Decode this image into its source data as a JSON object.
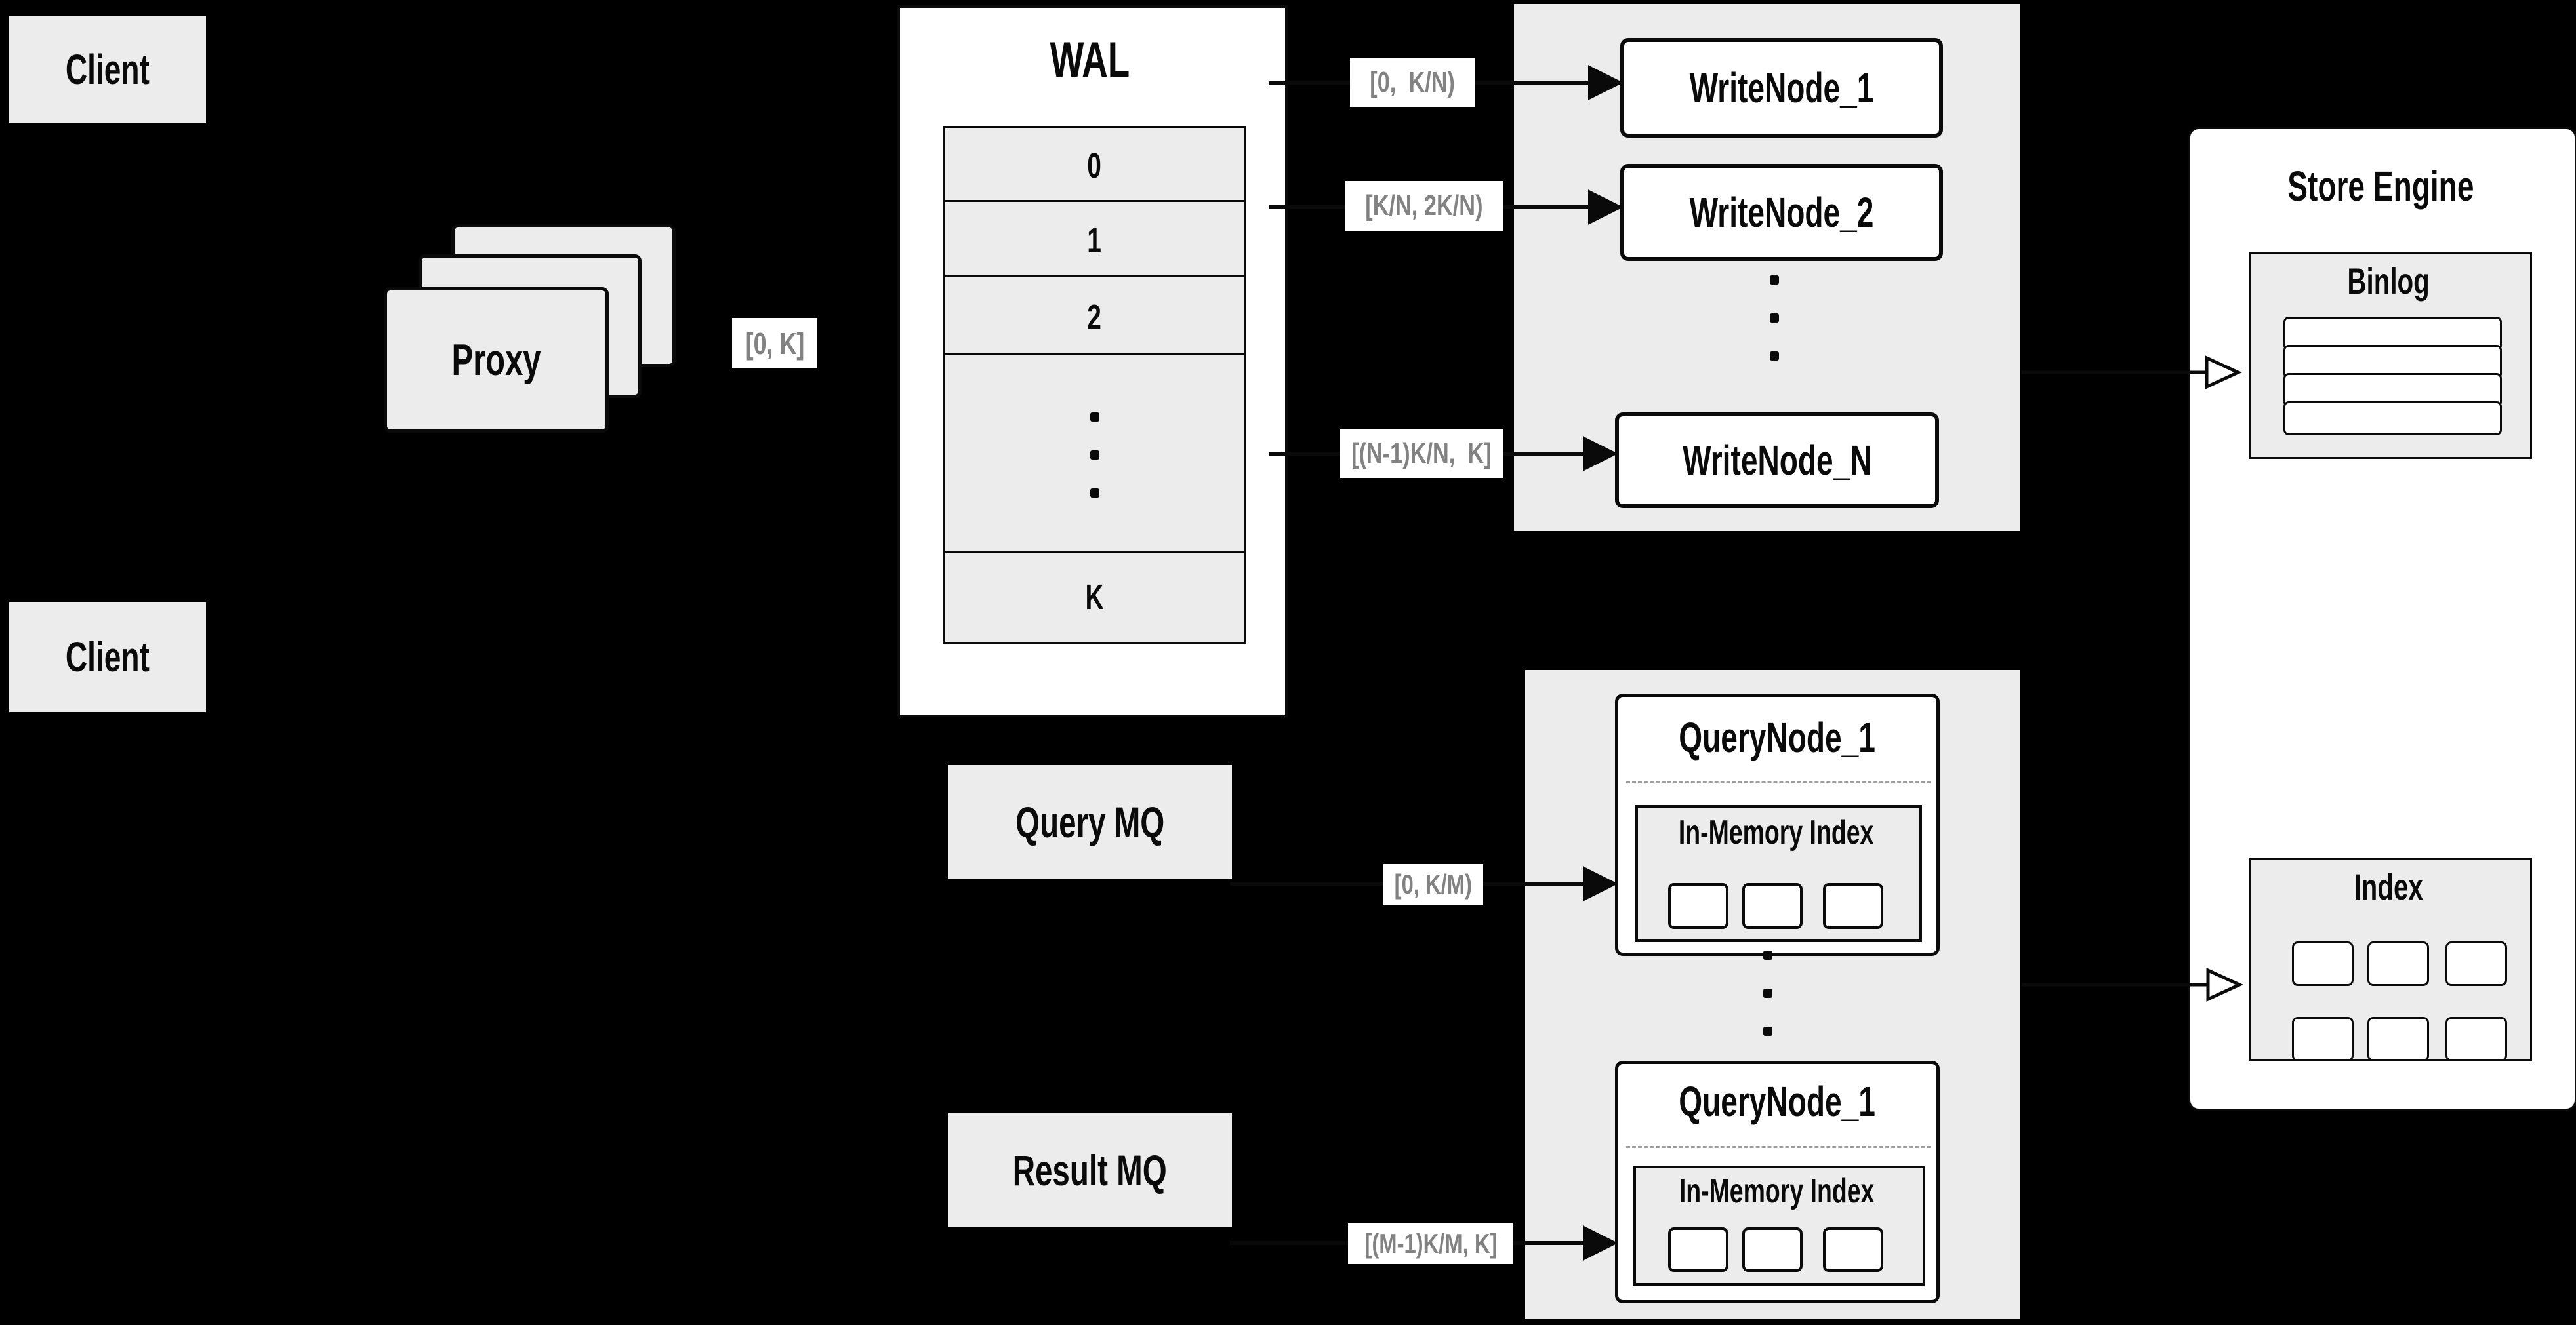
{
  "colors": {
    "background": "#000000",
    "box_gray": "#ececec",
    "box_white": "#ffffff",
    "border": "#0a0a0a",
    "range_text": "#828282",
    "dashed_divider": "#9e9e9e"
  },
  "clients": {
    "top_label": "Client",
    "bottom_label": "Client"
  },
  "proxy": {
    "label": "Proxy"
  },
  "wal": {
    "title": "WAL",
    "segments": [
      "0",
      "1",
      "2"
    ],
    "last_segment": "K"
  },
  "range_labels": {
    "proxy_to_wal": "[0, K]",
    "wal_to_writenode1": "[0,  K/N)",
    "wal_to_writenode2": "[K/N, 2K/N)",
    "wal_to_writenoden": "[(N-1)K/N,  K]",
    "querymq_to_querynode1": "[0, K/M)",
    "resultmq_to_querynodem": "[(M-1)K/M, K]"
  },
  "write_nodes": {
    "node_1": "WriteNode_1",
    "node_2": "WriteNode_2",
    "node_n": "WriteNode_N"
  },
  "store_engine": {
    "title": "Store Engine",
    "binlog_title": "Binlog",
    "index_title": "Index"
  },
  "message_queues": {
    "query": "Query MQ",
    "result": "Result MQ"
  },
  "query_nodes": {
    "node_top": "QueryNode_1",
    "node_bottom": "QueryNode_1",
    "in_memory_top": "In-Memory Index",
    "in_memory_bottom": "In-Memory Index"
  }
}
